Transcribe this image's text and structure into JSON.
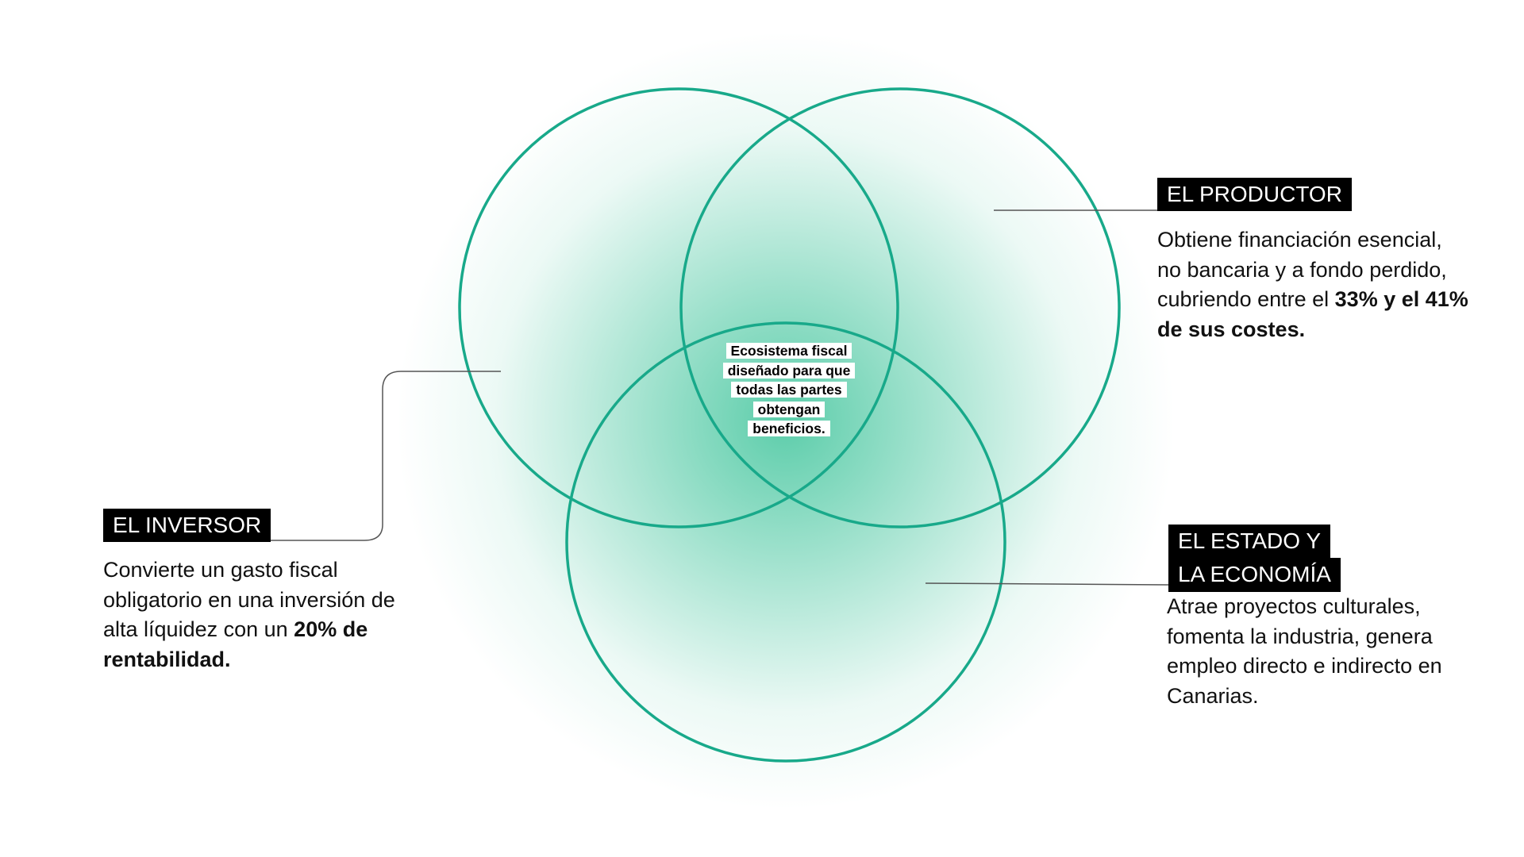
{
  "diagram": {
    "ring_color": "#18a98a",
    "glow_color": "#3fc49b",
    "center_text": "Ecosistema fiscal diseñado para que todas las partes obtengan beneficios."
  },
  "investor": {
    "title": "EL INVERSOR",
    "desc_plain": "Convierte un gasto fiscal obligatorio en una inversión de alta líquidez con un ",
    "desc_bold": "20% de rentabilidad."
  },
  "producer": {
    "title": "EL PRODUCTOR",
    "desc_plain": "Obtiene financiación esencial, no bancaria y a fondo perdido, cubriendo entre el ",
    "desc_bold": "33% y el 41% de sus costes."
  },
  "state": {
    "title_line1": "EL ESTADO Y",
    "title_line2": "LA ECONOMÍA",
    "desc": "Atrae proyectos culturales, fomenta la industria, genera empleo directo e indirecto en Canarias."
  }
}
